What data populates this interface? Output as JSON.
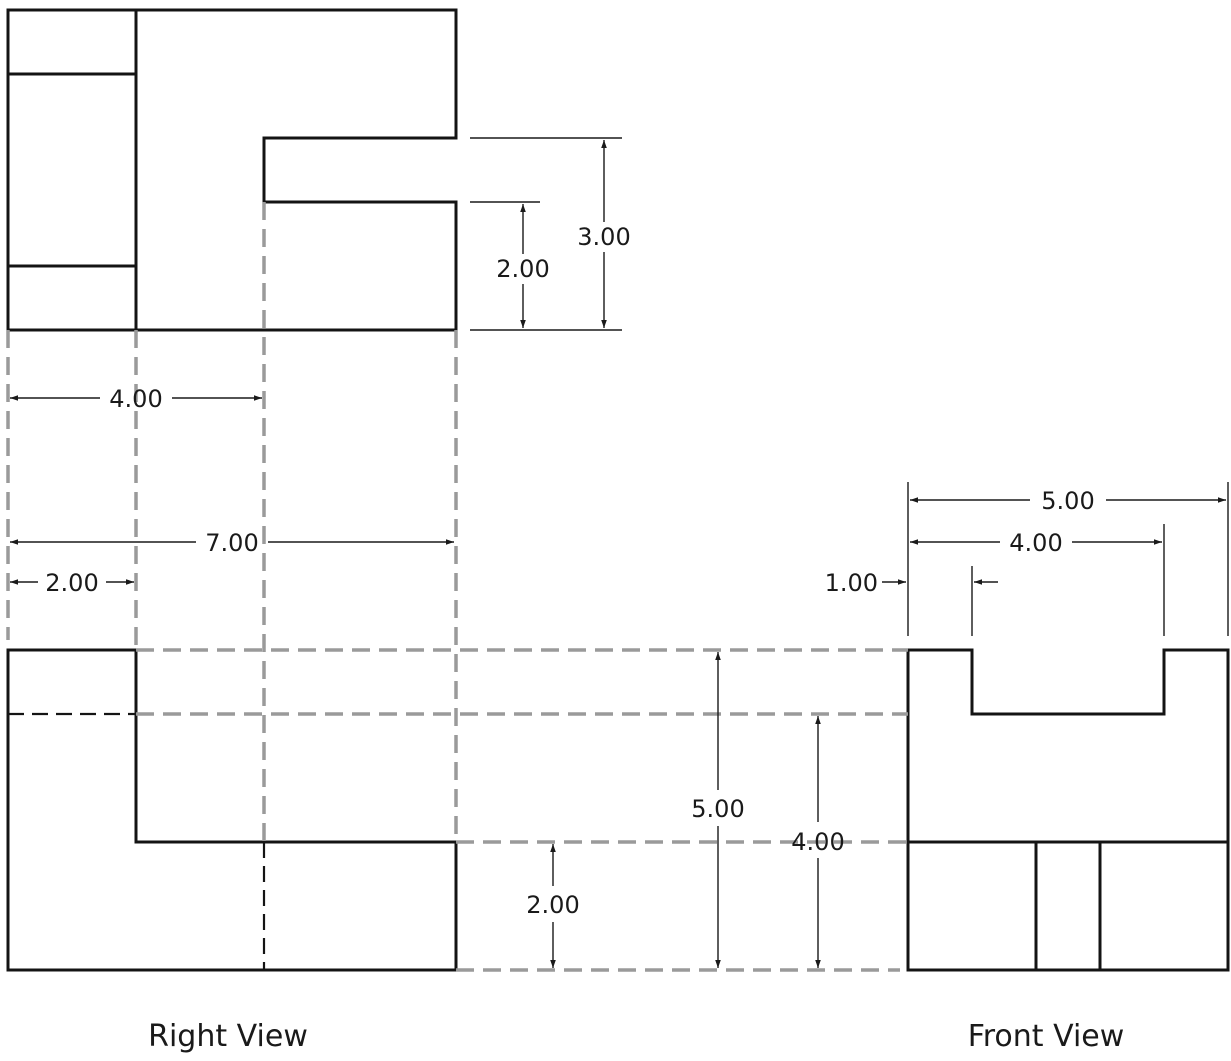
{
  "views": {
    "right_label": "Right View",
    "front_label": "Front View"
  },
  "dimensions": {
    "top_slot_width": "2.00",
    "top_slot_total": "3.00",
    "width_4": "4.00",
    "width_7": "7.00",
    "width_2": "2.00",
    "front_total": "5.00",
    "front_inner": "4.00",
    "front_offset": "1.00",
    "height_5": "5.00",
    "height_4": "4.00",
    "height_2": "2.00"
  }
}
